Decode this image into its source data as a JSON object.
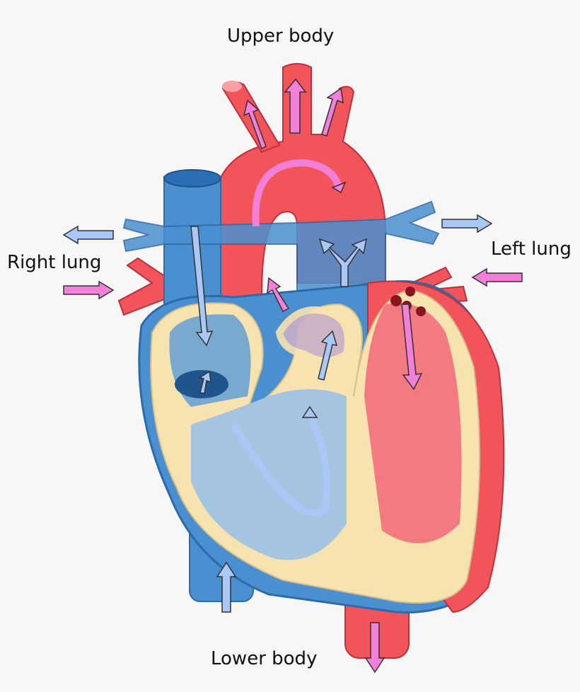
{
  "labels": {
    "upper_body": "Upper body",
    "right_lung": "Right lung",
    "left_lung": "Left lung",
    "lower_body": "Lower body"
  },
  "colors": {
    "background": "#f7f7f7",
    "oxygenated": "#f2545b",
    "deoxygenated": "#4a90d0",
    "muscle_wall": "#f6e3b0",
    "arrow_oxygenated": "#f27fd8",
    "arrow_deoxygenated": "#a9c8f5"
  }
}
